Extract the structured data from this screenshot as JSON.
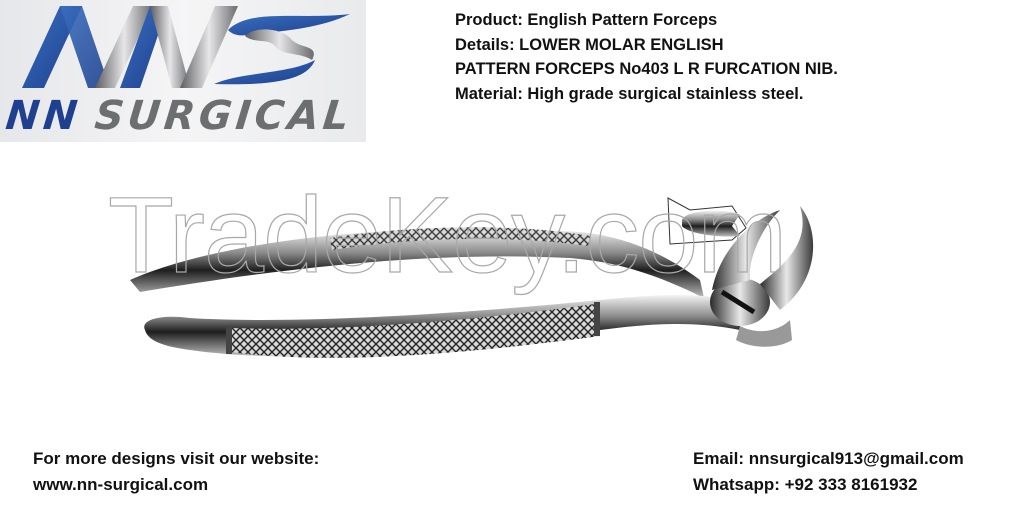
{
  "logo": {
    "brand_prefix": "NN",
    "brand_suffix": "SURGICAL",
    "icon": "nns-ribbon-logo-icon",
    "colors": {
      "blue": "#2456a6",
      "dark_blue": "#1f3f8f",
      "gray": "#6d6e70",
      "silver": "#b9babc"
    }
  },
  "product": {
    "line1": "Product: English Pattern Forceps",
    "line2": "Details: LOWER MOLAR ENGLISH",
    "line3": "PATTERN FORCEPS No403 L R FURCATION NIB.",
    "line4": "Material: High grade surgical stainless steel."
  },
  "illustration": {
    "subject": "dental-forceps-icon",
    "inset": "furcation-nib-detail-icon"
  },
  "watermark": {
    "text": "TradeKey.com"
  },
  "footer": {
    "left": {
      "line1": "For more designs visit our website:",
      "website": "www.nn-surgical.com"
    },
    "right": {
      "email": "Email: nnsurgical913@gmail.com",
      "whatsapp": "Whatsapp: +92 333 8161932"
    }
  }
}
